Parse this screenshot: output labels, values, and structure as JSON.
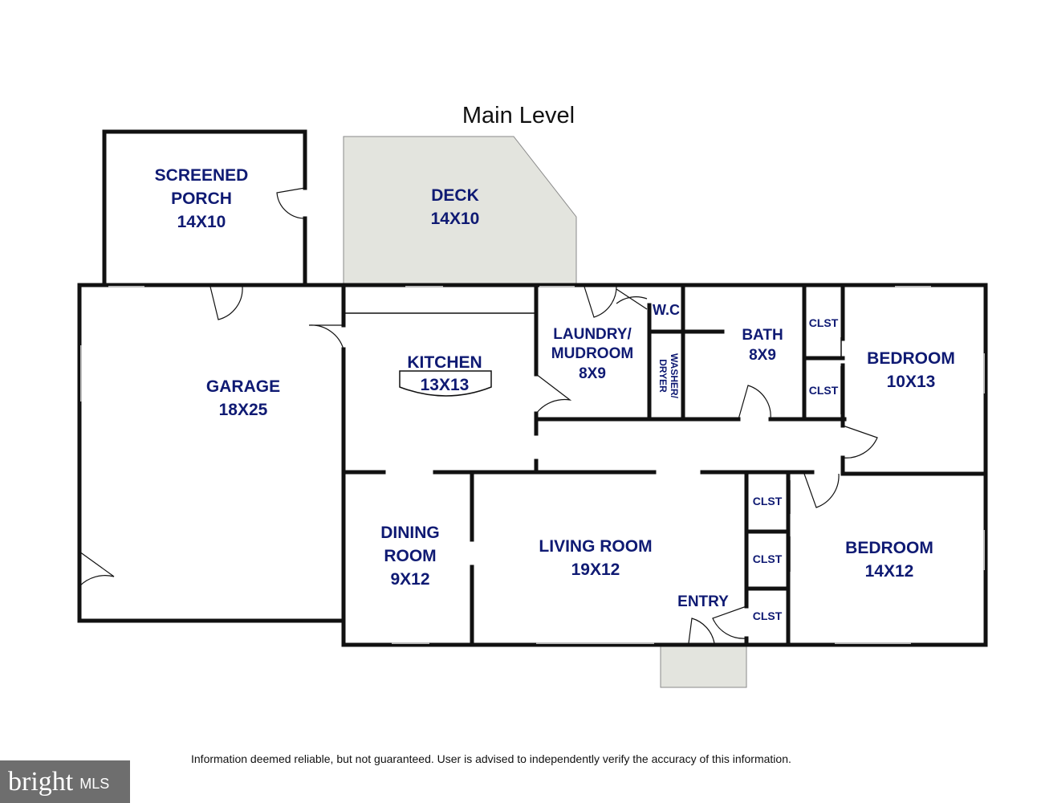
{
  "title": "Main Level",
  "rooms": {
    "screened_porch": {
      "name_line1": "SCREENED",
      "name_line2": "PORCH",
      "size": "14X10"
    },
    "deck": {
      "name": "DECK",
      "size": "14X10"
    },
    "garage": {
      "name": "GARAGE",
      "size": "18X25"
    },
    "kitchen": {
      "name": "KITCHEN",
      "size": "13X13"
    },
    "laundry": {
      "name_line1": "LAUNDRY/",
      "name_line2": "MUDROOM",
      "size": "8X9"
    },
    "wc": {
      "name": "W.C"
    },
    "washer_dryer": {
      "line1": "WASHER/",
      "line2": "DRYER"
    },
    "bath": {
      "name": "BATH",
      "size": "8X9"
    },
    "bedroom1": {
      "name": "BEDROOM",
      "size": "10X13"
    },
    "dining": {
      "name_line1": "DINING",
      "name_line2": "ROOM",
      "size": "9X12"
    },
    "living": {
      "name": "LIVING ROOM",
      "size": "19X12"
    },
    "entry": {
      "name": "ENTRY"
    },
    "bedroom2": {
      "name": "BEDROOM",
      "size": "14X12"
    },
    "closet_label": "CLST"
  },
  "footer": {
    "disclaimer": "Information deemed reliable, but not guaranteed.  User is advised to independently verify the accuracy of this information."
  },
  "logo": {
    "brand": "bright",
    "suffix": "MLS"
  },
  "colors": {
    "label": "#0f1a73",
    "wall": "#111111",
    "deck_fill": "#e3e4de",
    "window": "#bbbbbb"
  }
}
